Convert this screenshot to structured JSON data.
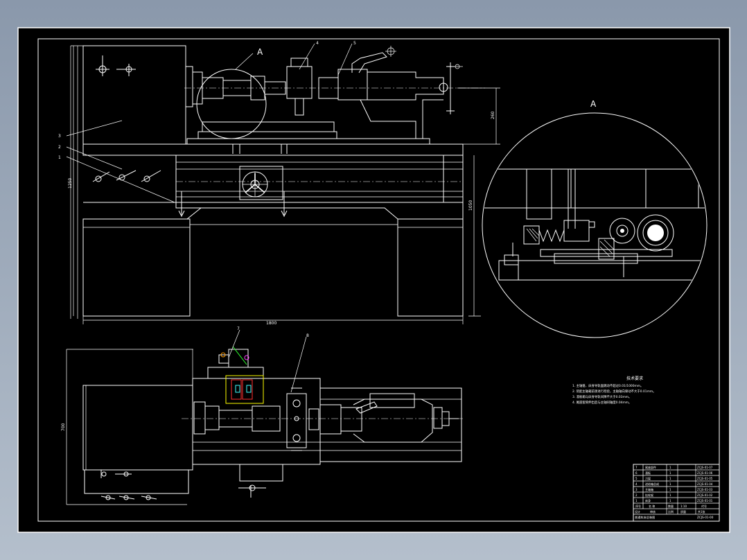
{
  "colors": {
    "background": "#000000",
    "lines": "#ffffff",
    "viewport": "#9aa7b8"
  },
  "labels": {
    "detail_a_main": "A",
    "detail_a_circle": "A",
    "part_1": "1",
    "part_2": "2",
    "part_3": "3",
    "part_4": "4",
    "part_5": "5",
    "part_7": "7",
    "part_8": "8"
  },
  "dimensions": {
    "overall_length": "1800",
    "overall_height": "1250",
    "bed_height": "1050",
    "center_height": "260",
    "plan_width": "700"
  },
  "notes": {
    "title": "技术要求",
    "items": [
      "1. 主轴锥、床身导轨面跳动不超过0.01/1000mm。",
      "2. 装配主轴箱前须进行检验，主轴轴向窜动不大于0.01mm。",
      "3. 溜板箱与床身导轨间隙不大于0.03mm。",
      "4. 尾座套筒伸出后与主轴同轴度0.04mm。"
    ]
  },
  "title_block": {
    "rows": [
      {
        "no": "7",
        "name": "尾座部件",
        "qty": "1",
        "code": "ZCJS-01-07"
      },
      {
        "no": "6",
        "name": "溜板",
        "qty": "1",
        "code": "ZCJS-01-06"
      },
      {
        "no": "5",
        "name": "刀架",
        "qty": "1",
        "code": "ZCJS-01-05"
      },
      {
        "no": "4",
        "name": "进给箱总成",
        "qty": "1",
        "code": "ZCJS-01-04"
      },
      {
        "no": "3",
        "name": "主轴箱",
        "qty": "1",
        "code": "ZCJS-01-03"
      },
      {
        "no": "2",
        "name": "挂轮架",
        "qty": "1",
        "code": "ZCJS-01-02"
      },
      {
        "no": "1",
        "name": "床身",
        "qty": "1",
        "code": "ZCJS-01-01"
      }
    ],
    "header": {
      "no": "序号",
      "name": "名 称",
      "qty": "数量",
      "code": "代号"
    },
    "scale_label": "比例",
    "scale_value": "1:10",
    "weight_label": "质量",
    "sheet_label": "共1张",
    "drawing_title": "普通车床总装图",
    "drawing_code": "ZCJS-01-00",
    "designer_label": "设计",
    "checker_label": "审核"
  }
}
